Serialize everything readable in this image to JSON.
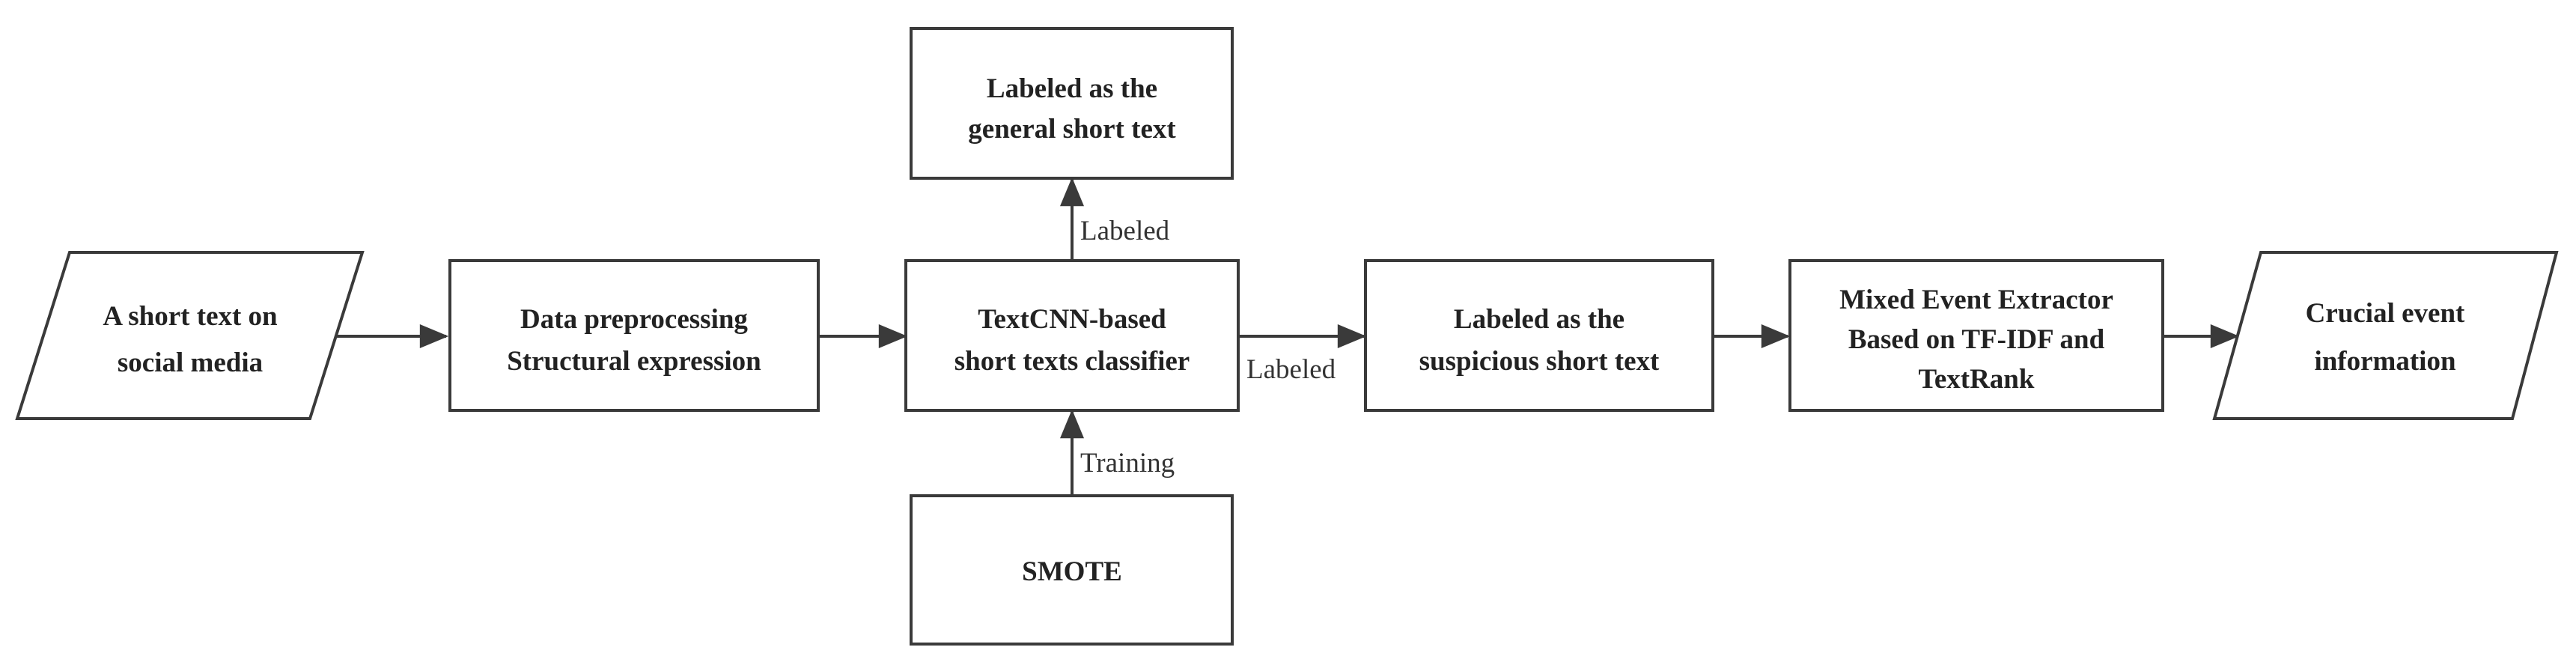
{
  "nodes": {
    "input": {
      "lines": [
        "A short text on",
        "social media"
      ]
    },
    "preprocess": {
      "lines": [
        "Data preprocessing",
        "Structural expression"
      ]
    },
    "classifier": {
      "lines": [
        "TextCNN-based",
        "short texts classifier"
      ]
    },
    "general": {
      "lines": [
        "Labeled as the",
        "general short text"
      ]
    },
    "smote": {
      "lines": [
        "SMOTE"
      ]
    },
    "suspicious": {
      "lines": [
        "Labeled as the",
        "suspicious short text"
      ]
    },
    "extractor": {
      "lines": [
        "Mixed Event Extractor",
        "Based on TF-IDF and",
        "TextRank"
      ]
    },
    "output": {
      "lines": [
        "Crucial event",
        "information"
      ]
    }
  },
  "edges": {
    "to_general": {
      "label": "Labeled"
    },
    "from_smote": {
      "label": "Training"
    },
    "to_suspicious": {
      "label": "Labeled"
    }
  },
  "colors": {
    "stroke": "#3a3a3a",
    "text": "#222222",
    "background": "#ffffff"
  }
}
